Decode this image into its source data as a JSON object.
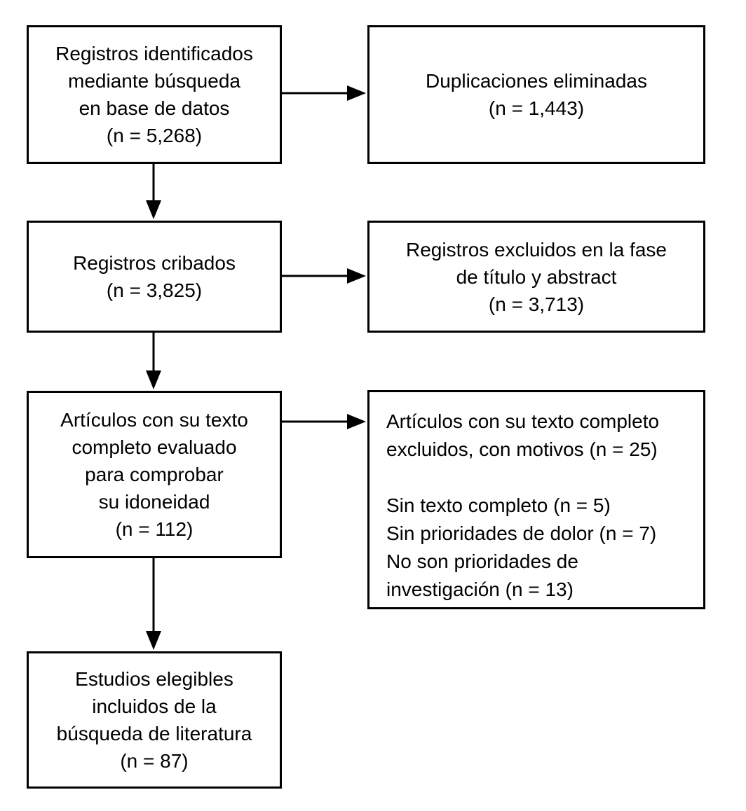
{
  "flow": {
    "boxes": {
      "identified": {
        "lines": [
          "Registros identificados",
          "mediante búsqueda",
          "en base de datos",
          "(n = 5,268)"
        ]
      },
      "duplicates_removed": {
        "lines": [
          "Duplicaciones eliminadas",
          "(n = 1,443)"
        ]
      },
      "screened": {
        "lines": [
          "Registros cribados",
          "(n = 3,825)"
        ]
      },
      "excluded_title_abstract": {
        "lines": [
          "Registros excluidos en la fase",
          "de título y abstract",
          "(n = 3,713)"
        ]
      },
      "fulltext_assessed": {
        "lines": [
          "Artículos con su texto",
          "completo evaluado",
          "para comprobar",
          "su idoneidad",
          "(n = 112)"
        ]
      },
      "fulltext_excluded": {
        "lines": [
          "Artículos con su texto completo",
          "excluidos, con motivos (n = 25)",
          "",
          "Sin texto completo (n = 5)",
          "Sin prioridades de dolor (n = 7)",
          "No son prioridades de",
          "investigación (n = 13)"
        ]
      },
      "included": {
        "lines": [
          "Estudios elegibles",
          "incluidos de la",
          "búsqueda de literatura",
          "(n = 87)"
        ]
      }
    },
    "counts": {
      "identified": "5,268",
      "duplicates_removed": "1,443",
      "screened": "3,825",
      "excluded_title_abstract": "3,713",
      "fulltext_assessed": "112",
      "fulltext_excluded_total": "25",
      "no_fulltext": "5",
      "no_pain_priorities": "7",
      "not_research_priorities": "13",
      "included": "87"
    }
  }
}
